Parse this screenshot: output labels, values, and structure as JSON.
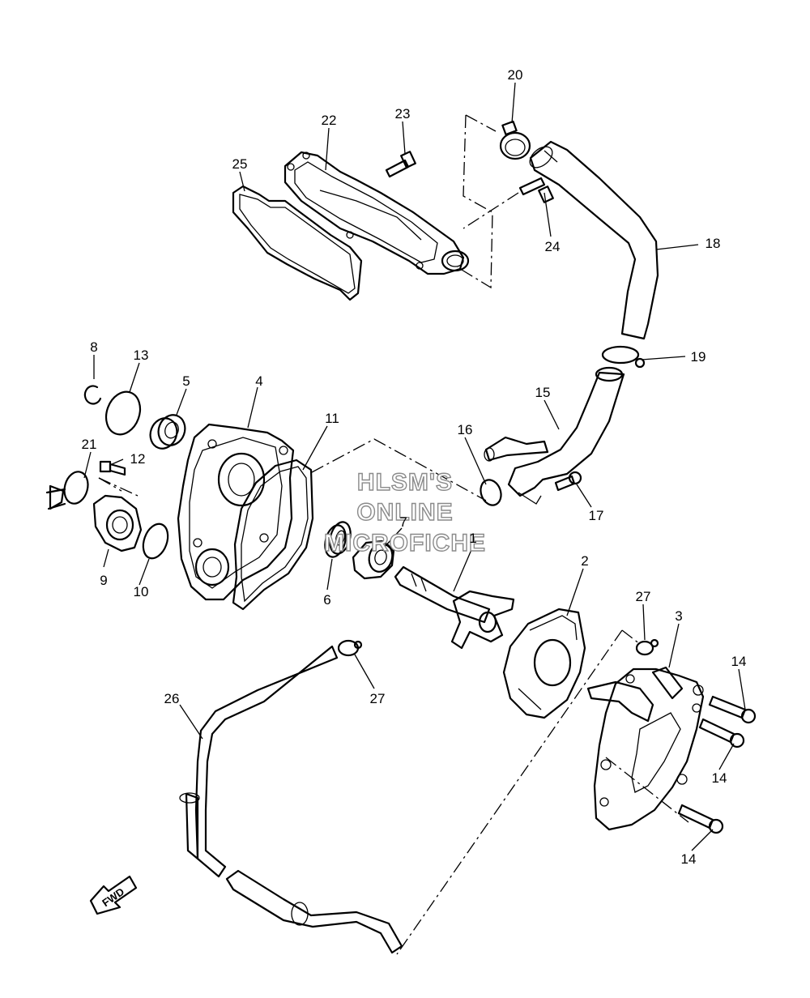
{
  "watermark": {
    "line1": "HLSM'S",
    "line2": "ONLINE",
    "line3": "MICROFICHE"
  },
  "direction_arrow": "FWD",
  "callouts": {
    "c1": "1",
    "c2": "2",
    "c3": "3",
    "c4": "4",
    "c5": "5",
    "c6": "6",
    "c7": "7",
    "c8": "8",
    "c9": "9",
    "c10": "10",
    "c11": "11",
    "c12": "12",
    "c13": "13",
    "c14a": "14",
    "c14b": "14",
    "c14c": "14",
    "c15": "15",
    "c16": "16",
    "c17": "17",
    "c18": "18",
    "c19": "19",
    "c20": "20",
    "c21": "21",
    "c22": "22",
    "c23": "23",
    "c24": "24",
    "c25": "25",
    "c26": "26",
    "c27a": "27",
    "c27b": "27"
  }
}
